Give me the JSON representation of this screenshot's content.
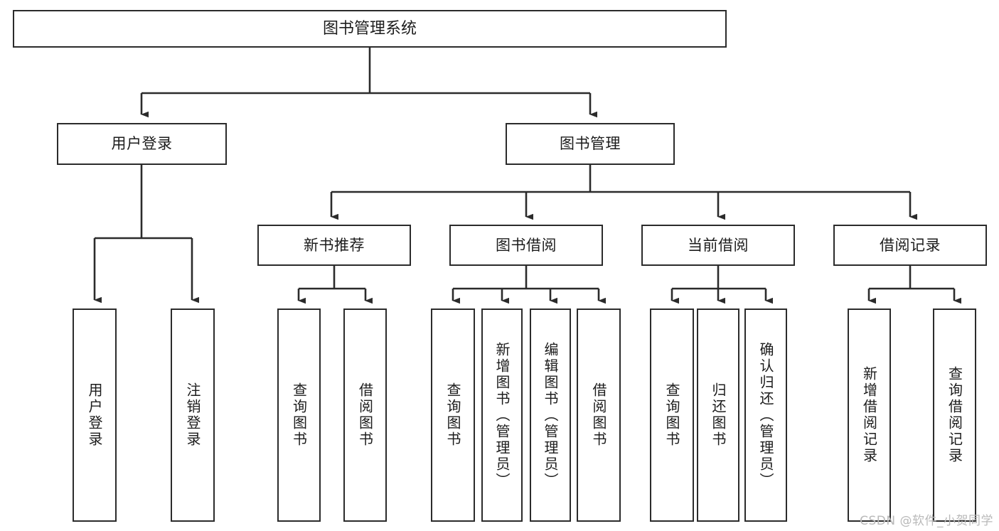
{
  "diagram": {
    "title": "图书管理系统",
    "type": "tree",
    "watermark": "CSDN @软件_小贺同学",
    "colors": {
      "stroke": "#2b2b2b",
      "fill": "#ffffff",
      "text": "#1c1c1c",
      "watermark": "#b9b9b9"
    },
    "nodes": {
      "root": {
        "label": "图书管理系统",
        "level": 1
      },
      "level2": [
        {
          "id": "user-login",
          "label": "用户登录"
        },
        {
          "id": "book-manage",
          "label": "图书管理"
        }
      ],
      "level3": [
        {
          "id": "new-book-recommend",
          "label": "新书推荐",
          "parent": "book-manage"
        },
        {
          "id": "book-borrow",
          "label": "图书借阅",
          "parent": "book-manage"
        },
        {
          "id": "current-borrow",
          "label": "当前借阅",
          "parent": "book-manage"
        },
        {
          "id": "borrow-record",
          "label": "借阅记录",
          "parent": "book-manage"
        }
      ],
      "leaves": {
        "user-login": [
          {
            "id": "leaf-user-login",
            "label": "用户登录"
          },
          {
            "id": "leaf-logout",
            "label": "注销登录"
          }
        ],
        "new-book-recommend": [
          {
            "id": "leaf-query-book-1",
            "label": "查询图书"
          },
          {
            "id": "leaf-borrow-book-1",
            "label": "借阅图书"
          }
        ],
        "book-borrow": [
          {
            "id": "leaf-query-book-2",
            "label": "查询图书"
          },
          {
            "id": "leaf-add-book",
            "label": "新增图书（管理员）"
          },
          {
            "id": "leaf-edit-book",
            "label": "编辑图书（管理员）"
          },
          {
            "id": "leaf-borrow-book-2",
            "label": "借阅图书"
          }
        ],
        "current-borrow": [
          {
            "id": "leaf-query-book-3",
            "label": "查询图书"
          },
          {
            "id": "leaf-return-book",
            "label": "归还图书"
          },
          {
            "id": "leaf-confirm-return",
            "label": "确认归还（管理员）"
          }
        ],
        "borrow-record": [
          {
            "id": "leaf-add-record",
            "label": "新增借阅记录"
          },
          {
            "id": "leaf-query-record",
            "label": "查询借阅记录"
          }
        ]
      }
    }
  }
}
